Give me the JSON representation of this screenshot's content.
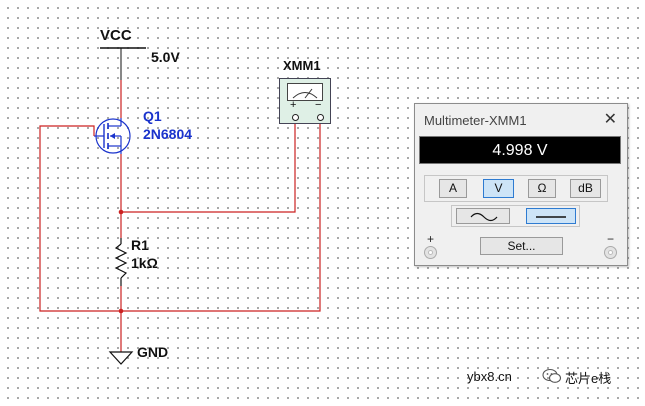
{
  "schematic": {
    "vcc_label": "VCC",
    "vcc_voltage": "5.0V",
    "transistor_ref": "Q1",
    "transistor_part": "2N6804",
    "resistor_ref": "R1",
    "resistor_value": "1kΩ",
    "gnd_label": "GND",
    "multimeter_ref": "XMM1",
    "meter_plus": "+",
    "meter_minus": "−",
    "wire_color": "#cc2222",
    "component_color": "#1a33cc"
  },
  "multimeter_window": {
    "title": "Multimeter-XMM1",
    "close_glyph": "✕",
    "reading": "4.998 V",
    "mode_buttons": [
      {
        "label": "A",
        "active": false
      },
      {
        "label": "V",
        "active": true
      },
      {
        "label": "Ω",
        "active": false
      },
      {
        "label": "dB",
        "active": false
      }
    ],
    "ac_icon": "ac-wave-icon",
    "dc_icon": "dc-line-icon",
    "plus_label": "+",
    "minus_label": "−",
    "set_button_label": "Set...",
    "accent_color": "#2e7bd1"
  },
  "watermark": {
    "site": "ybx8.cn",
    "brand": "芯片e栈"
  }
}
